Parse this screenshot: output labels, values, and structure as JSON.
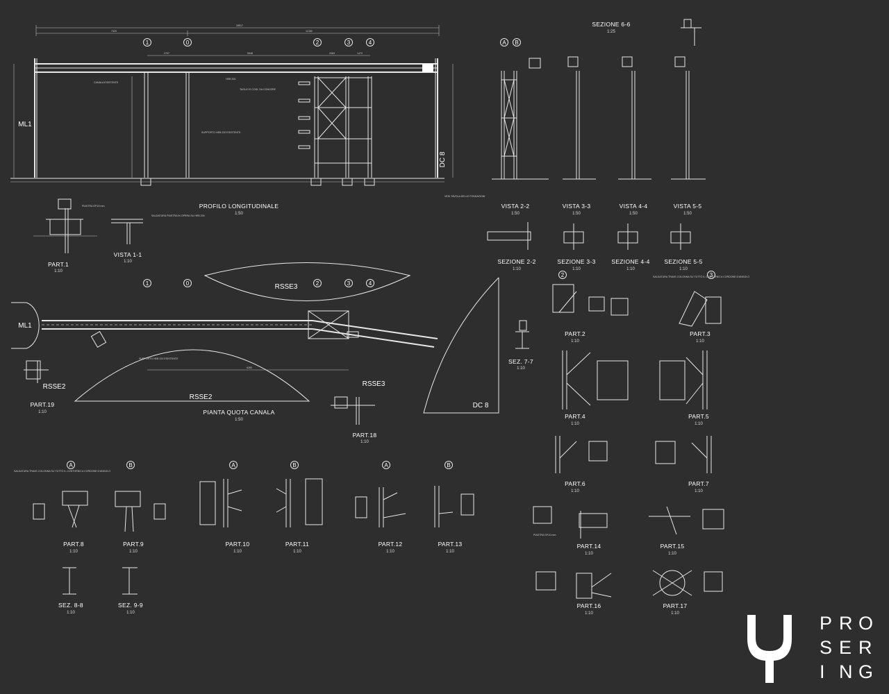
{
  "titles": {
    "profilo": "PROFILO LONGITUDINALE",
    "profilo_scale": "1:50",
    "pianta": "PIANTA QUOTA CANALA",
    "pianta_scale": "1:50",
    "vista11": "VISTA 1-1",
    "vista11_scale": "1:10",
    "part1": "PART.1",
    "part1_scale": "1:10",
    "vista22": "VISTA 2-2",
    "vista22_scale": "1:50",
    "vista33": "VISTA 3-3",
    "vista33_scale": "1:50",
    "vista44": "VISTA 4-4",
    "vista44_scale": "1:50",
    "vista55": "VISTA 5-5",
    "vista55_scale": "1:50",
    "sez66": "SEZIONE 6-6",
    "sez66_scale": "1:25",
    "sez22": "SEZIONE 2-2",
    "sez22_scale": "1:10",
    "sez33": "SEZIONE 3-3",
    "sez33_scale": "1:10",
    "sez44": "SEZIONE 4-4",
    "sez44_scale": "1:10",
    "sez55": "SEZIONE 5-5",
    "sez55_scale": "1:10",
    "sez77": "SEZ. 7-7",
    "sez77_scale": "1:10",
    "part2": "PART.2",
    "part2_scale": "1:10",
    "part3": "PART.3",
    "part3_scale": "1:10",
    "part4": "PART.4",
    "part4_scale": "1:10",
    "part5": "PART.5",
    "part5_scale": "1:10",
    "part6": "PART.6",
    "part6_scale": "1:10",
    "part7": "PART.7",
    "part7_scale": "1:10",
    "part8": "PART.8",
    "part8_scale": "1:10",
    "part9": "PART.9",
    "part9_scale": "1:10",
    "part10": "PART.10",
    "part10_scale": "1:10",
    "part11": "PART.11",
    "part11_scale": "1:10",
    "part12": "PART.12",
    "part12_scale": "1:10",
    "part13": "PART.13",
    "part13_scale": "1:10",
    "part14": "PART.14",
    "part14_scale": "1:10",
    "part15": "PART.15",
    "part15_scale": "1:10",
    "part16": "PART.16",
    "part16_scale": "1:10",
    "part17": "PART.17",
    "part17_scale": "1:10",
    "part18": "PART.18",
    "part18_scale": "1:10",
    "part19": "PART.19",
    "part19_scale": "1:10",
    "sez88": "SEZ. 8-8",
    "sez88_scale": "1:10",
    "sez99": "SEZ. 9-9",
    "sez99_scale": "1:10"
  },
  "labels": {
    "ml1": "ML1",
    "ml1_plan": "ML1",
    "dc8": "DC 8",
    "dc8_plan": "DC 8",
    "rsse3_top": "RSSE3",
    "rsse3_bottom": "RSSE3",
    "rsse2_left": "RSSE2",
    "rsse2_bottom": "RSSE2"
  },
  "grid_bubbles": {
    "b1": "1",
    "b0": "0",
    "b2": "2",
    "b3": "3",
    "b4": "4",
    "p1": "1",
    "p0": "0",
    "p2": "2",
    "p3": "3",
    "p4": "4",
    "vA": "A",
    "vB": "B",
    "r2": "2",
    "r3": "3",
    "a8": "A",
    "b9": "B",
    "a10": "A",
    "b11": "B",
    "a12": "A",
    "b13": "B"
  },
  "dimensions": {
    "total": "28517",
    "d7420": "7420",
    "d11350": "11350",
    "d2707": "2707",
    "d5548": "5548",
    "d2083": "2083",
    "d1470": "1470",
    "d7200": "7200",
    "d6260": "6260"
  },
  "notes": {
    "n1": "CANALA ESISTENTE",
    "n2": "HEB 200",
    "n3": "SUPPORTO HEB 220 ESISTENTE",
    "n4": "TAGLIO E CODI. DA CONCERE",
    "n5": "PIASTRA SP.15 mm",
    "n6": "PIASTRA SP.10 mm",
    "n7": "SALDATURA TRAVE-COLONNA SU TUTTO IL CONTORNO A CORDONE D'ANGOLO",
    "n8": "SALDATURA PIASTRA IN OPERA SU HEB 200",
    "n9": "VEDI TAVOLA DELLE FONDAZIONI"
  },
  "logo": {
    "letters": [
      "P",
      "R",
      "O",
      "S",
      "E",
      "R",
      "I",
      "N",
      "G"
    ],
    "accent_color": "#ffffff"
  }
}
